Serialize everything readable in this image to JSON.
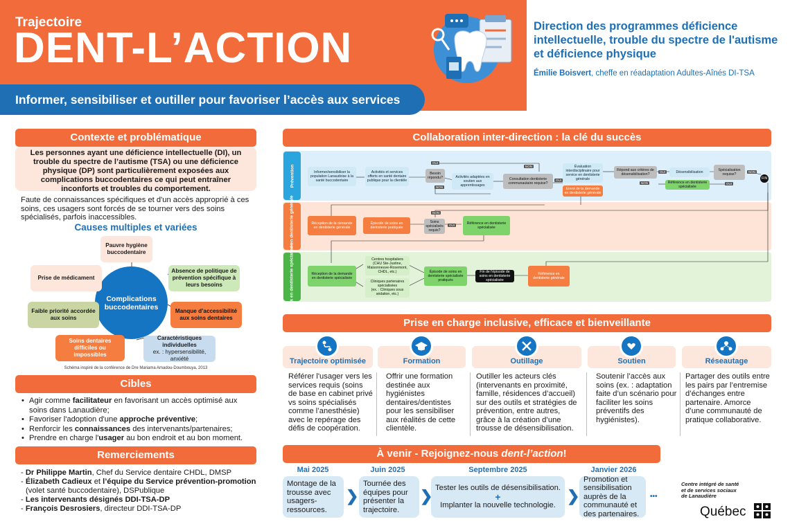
{
  "header": {
    "kicker": "Trajectoire",
    "title": "DENT-L’ACTION",
    "banner": "Informer, sensibiliser et outiller pour favoriser l’accès aux services",
    "direction": "Direction des programmes déficience intellectuelle, trouble du spectre de l'autisme et déficience physique",
    "author_name": "Émilie Boisvert",
    "author_role": ", cheffe en réadaptation Adultes-Aînés DI-TSA"
  },
  "context": {
    "heading": "Contexte et problématique",
    "highlight": "Les personnes ayant une déficience intellectuelle (DI), un trouble du spectre de l’autisme (TSA) ou une déficience physique (DP) sont particulièrement exposées aux complications buccodentaires ce qui peut entraîner inconforts et troubles du comportement.",
    "text": "Faute de connaissances spécifiques et d'un accès approprié à ces soins, ces usagers sont forcés de se tourner vers des soins spécialisés, parfois inaccessibles."
  },
  "causes": {
    "title": "Causes multiples et variées",
    "center": "Complications buccodentaires",
    "items": [
      "Pauvre hygiène buccodentaire",
      "Absence de politique de prévention spécifique à leurs besoins",
      "Manque d’accessibilité aux soins dentaires",
      "Caractéristiques individuelles",
      "ex. : hypersensibilité, anxiété",
      "Soins dentaires difficiles ou impossibles",
      "Faible priorité accordée aux soins",
      "Prise de médicament"
    ],
    "note": "Schéma inspiré de la conférence de Dre Mariama Amadou-Doumbouya, 2013"
  },
  "cibles": {
    "heading": "Cibles",
    "items": [
      {
        "a": "Agir comme ",
        "b": "facilitateur",
        "c": " en favorisant un accès optimisé aux soins dans Lanaudière;"
      },
      {
        "a": "Favoriser l'adoption d'une ",
        "b": "approche préventive",
        "c": ";"
      },
      {
        "a": "Renforcir les ",
        "b": "connaissances",
        "c": " des intervenants/partenaires;"
      },
      {
        "a": "Prendre en charge l'",
        "b": "usager",
        "c": " au bon endroit et au bon moment."
      }
    ]
  },
  "remerciements": {
    "heading": "Remerciements",
    "items": [
      {
        "b": "Dr Philippe Martin",
        "c": ", Chef du Service dentaire CHDL, DMSP"
      },
      {
        "b": "Élizabeth Cadieux",
        "c": " et ",
        "b2": "l’équipe du Service prévention-promotion",
        "c2": " (volet santé buccodentaire), DSPublique"
      },
      {
        "b": "Les intervenants désignés DDI-TSA-DP",
        "c": ""
      },
      {
        "b": "François Desrosiers",
        "c": ", directeur DDI-TSA-DP"
      }
    ]
  },
  "collab": {
    "heading": "Collaboration inter-direction : la clé du succès",
    "lanes": [
      "Prévention",
      "Soins en dentisterie générale",
      "Soins en dentisterie spécialisée"
    ],
    "prev": [
      "Informer/sensibiliser la population Lanaudoise à la santé buccodentaire",
      "Activités et services offerts en santé dentaire publique pour la clientèle",
      "Besoin répondu?",
      "Activités adaptées en soutien aux apprentissages",
      "Consultation dentisterie communautaire requise?",
      "Évaluation interdisciplinaire pour service en dentisterie générale",
      "Envoi de la demande en dentisterie générale",
      "Répond aux critères de désensibilisation?",
      "Désensibilisation",
      "Spécialisation requise?",
      "Référence en dentisterie spécialisée",
      "FIN"
    ],
    "gen": [
      "Réception de la demande en dentisterie générale",
      "Épisode de soins en dentisterie pratiquée",
      "Soins spécialisés requis?",
      "Référence en dentisterie spécialisée"
    ],
    "spec": [
      "Réception de la demande en dentisterie spécialisée",
      "Centres hospitaliers",
      "(CHU Ste-Justine, Maisonneuve-Rosemont, CHDL, etc.)",
      "Cliniques partenaires spécialisées",
      "(ex. : Cliniques sous sédation, etc.)",
      "Épisode de soins en dentisterie spécialisée pratiqués",
      "Fin de l'épisode de soins en dentisterie spécialisée",
      "Référence en dentisterie générale"
    ],
    "yes": "OUI",
    "no": "NON"
  },
  "prise": {
    "heading": "Prise en charge inclusive, efficace et bienveillante",
    "cols": [
      {
        "title": "Trajectoire optimisée",
        "icon": "route-icon",
        "text": "Référer l'usager vers les services requis (soins de base en cabinet privé vs soins spécialisés comme l’anesthésie) avec le repérage des défis de coopération."
      },
      {
        "title": "Formation",
        "icon": "graduation-cap-icon",
        "text": "Offrir une formation destinée aux hygiénistes dentaires/dentistes pour les sensibiliser aux réalités de cette clientèle."
      },
      {
        "title": "Outillage",
        "icon": "tools-icon",
        "text": "Outiller les acteurs clés (intervenants en proximité, famille, résidences d’accueil) sur des outils et stratégies de prévention, entre autres, grâce à la création d’une trousse de désensibilisation."
      },
      {
        "title": "Soutien",
        "icon": "support-hands-icon",
        "text": "Soutenir l’accès aux soins (ex. : adaptation faite d’un scénario pour faciliter les soins préventifs des hygiénistes)."
      },
      {
        "title": "Réseautage",
        "icon": "network-icon",
        "text": "Partager des outils entre les pairs par l’entremise d’échanges entre partenaire. Amorce d’une communauté de pratique collaborative."
      }
    ]
  },
  "avenir": {
    "heading_a": "À venir - Rejoignez-nous ",
    "heading_b": "dent-l’action",
    "heading_c": "!",
    "steps": [
      {
        "month": "Mai 2025",
        "text": "Montage de la trousse avec usagers-ressources."
      },
      {
        "month": "Juin 2025",
        "text": "Tournée des équipes pour présenter la trajectoire."
      },
      {
        "month": "Septembre 2025",
        "text": "Tester les outils de désensibilisation.",
        "plus": "+",
        "text2": "Implanter la nouvelle technologie."
      },
      {
        "month": "Janvier 2026",
        "text": "Promotion et sensibilisation auprès de la communauté et des partenaires."
      }
    ],
    "ellipsis": "•••"
  },
  "footer": {
    "org": "Centre intégré de santé et de services sociaux de Lanaudière",
    "gov": "Québec"
  },
  "colors": {
    "orange": "#f26b3a",
    "blue": "#1f6fb5",
    "pink": "#fde7dd"
  }
}
